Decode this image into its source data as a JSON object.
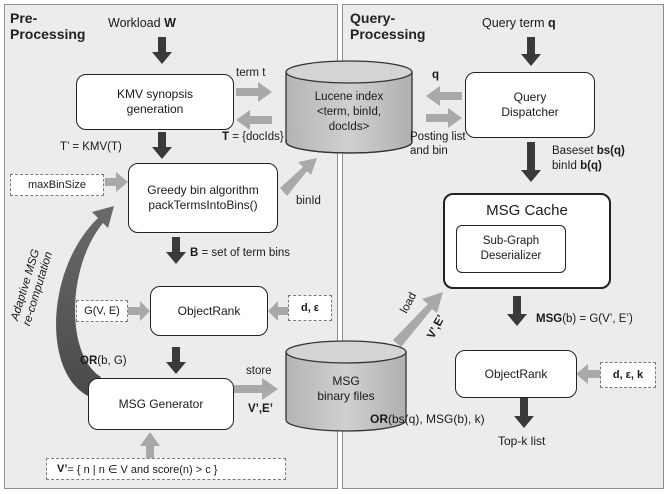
{
  "preprocessing": {
    "title_line1": "Pre-",
    "title_line2": "Processing",
    "workload_label": "Workload",
    "workload_symbol": "W",
    "kmv_box": "KMV synopsis generation",
    "term_t_label": "term t",
    "docids_label_prefix": "T",
    "docids_label_rest": " = {docIds}",
    "kmv_formula": "T’ = KMV(T)",
    "maxbinsize_box": "maxBinSize",
    "greedy_line1": "Greedy bin algorithm",
    "greedy_line2": "packTermsIntoBins()",
    "binid_label": "binId",
    "b_symbol": "B",
    "b_rest": " = set of term bins",
    "gve_box": "G(V, E)",
    "objectrank_box": "ObjectRank",
    "de_box": "d, ε",
    "or_symbol": "OR",
    "or_rest": "(b, G)",
    "adaptive_line1": "Adaptive MSG",
    "adaptive_line2": "re-computation",
    "msg_generator_box": "MSG Generator",
    "store_label": "store",
    "ve_label": "V’,E’",
    "vprime_symbol": "V’",
    "vprime_rest": " = { n | n ∈ V and score(n) > c }"
  },
  "storage": {
    "lucene_line1": "Lucene index",
    "lucene_line2": "<term, binId,",
    "lucene_line3": "docIds>",
    "msg_files_line1": "MSG",
    "msg_files_line2": "binary files"
  },
  "queryprocessing": {
    "title_line1": "Query-",
    "title_line2": "Processing",
    "query_term_label": "Query term",
    "query_term_symbol": "q",
    "q_label": "q",
    "dispatcher_box": "Query Dispatcher",
    "posting_line1": "Posting list",
    "posting_line2": "and bin",
    "baseset_label": "Baseset",
    "baseset_expr": "bs(q)",
    "binid_label": "binId",
    "binid_expr": "b(q)",
    "msg_cache_title": "MSG Cache",
    "deserializer_line1": "Sub-Graph",
    "deserializer_line2": "Deserializer",
    "load_label": "load",
    "ve_label": "V’,E’",
    "msg_symbol": "MSG",
    "msg_rest": "(b) = G(V’, E’)",
    "objectrank_box": "ObjectRank",
    "dek_box": "d, ε, k",
    "or_symbol": "OR",
    "or_rest": "(bs(q), MSG(b), k)",
    "topk_label": "Top-k list"
  },
  "colors": {
    "panel_bg": "#ececec",
    "dark_arrow": "#3a3a3a",
    "light_arrow": "#a9a9a9",
    "cylinder_fill": "#c3c3c3"
  }
}
